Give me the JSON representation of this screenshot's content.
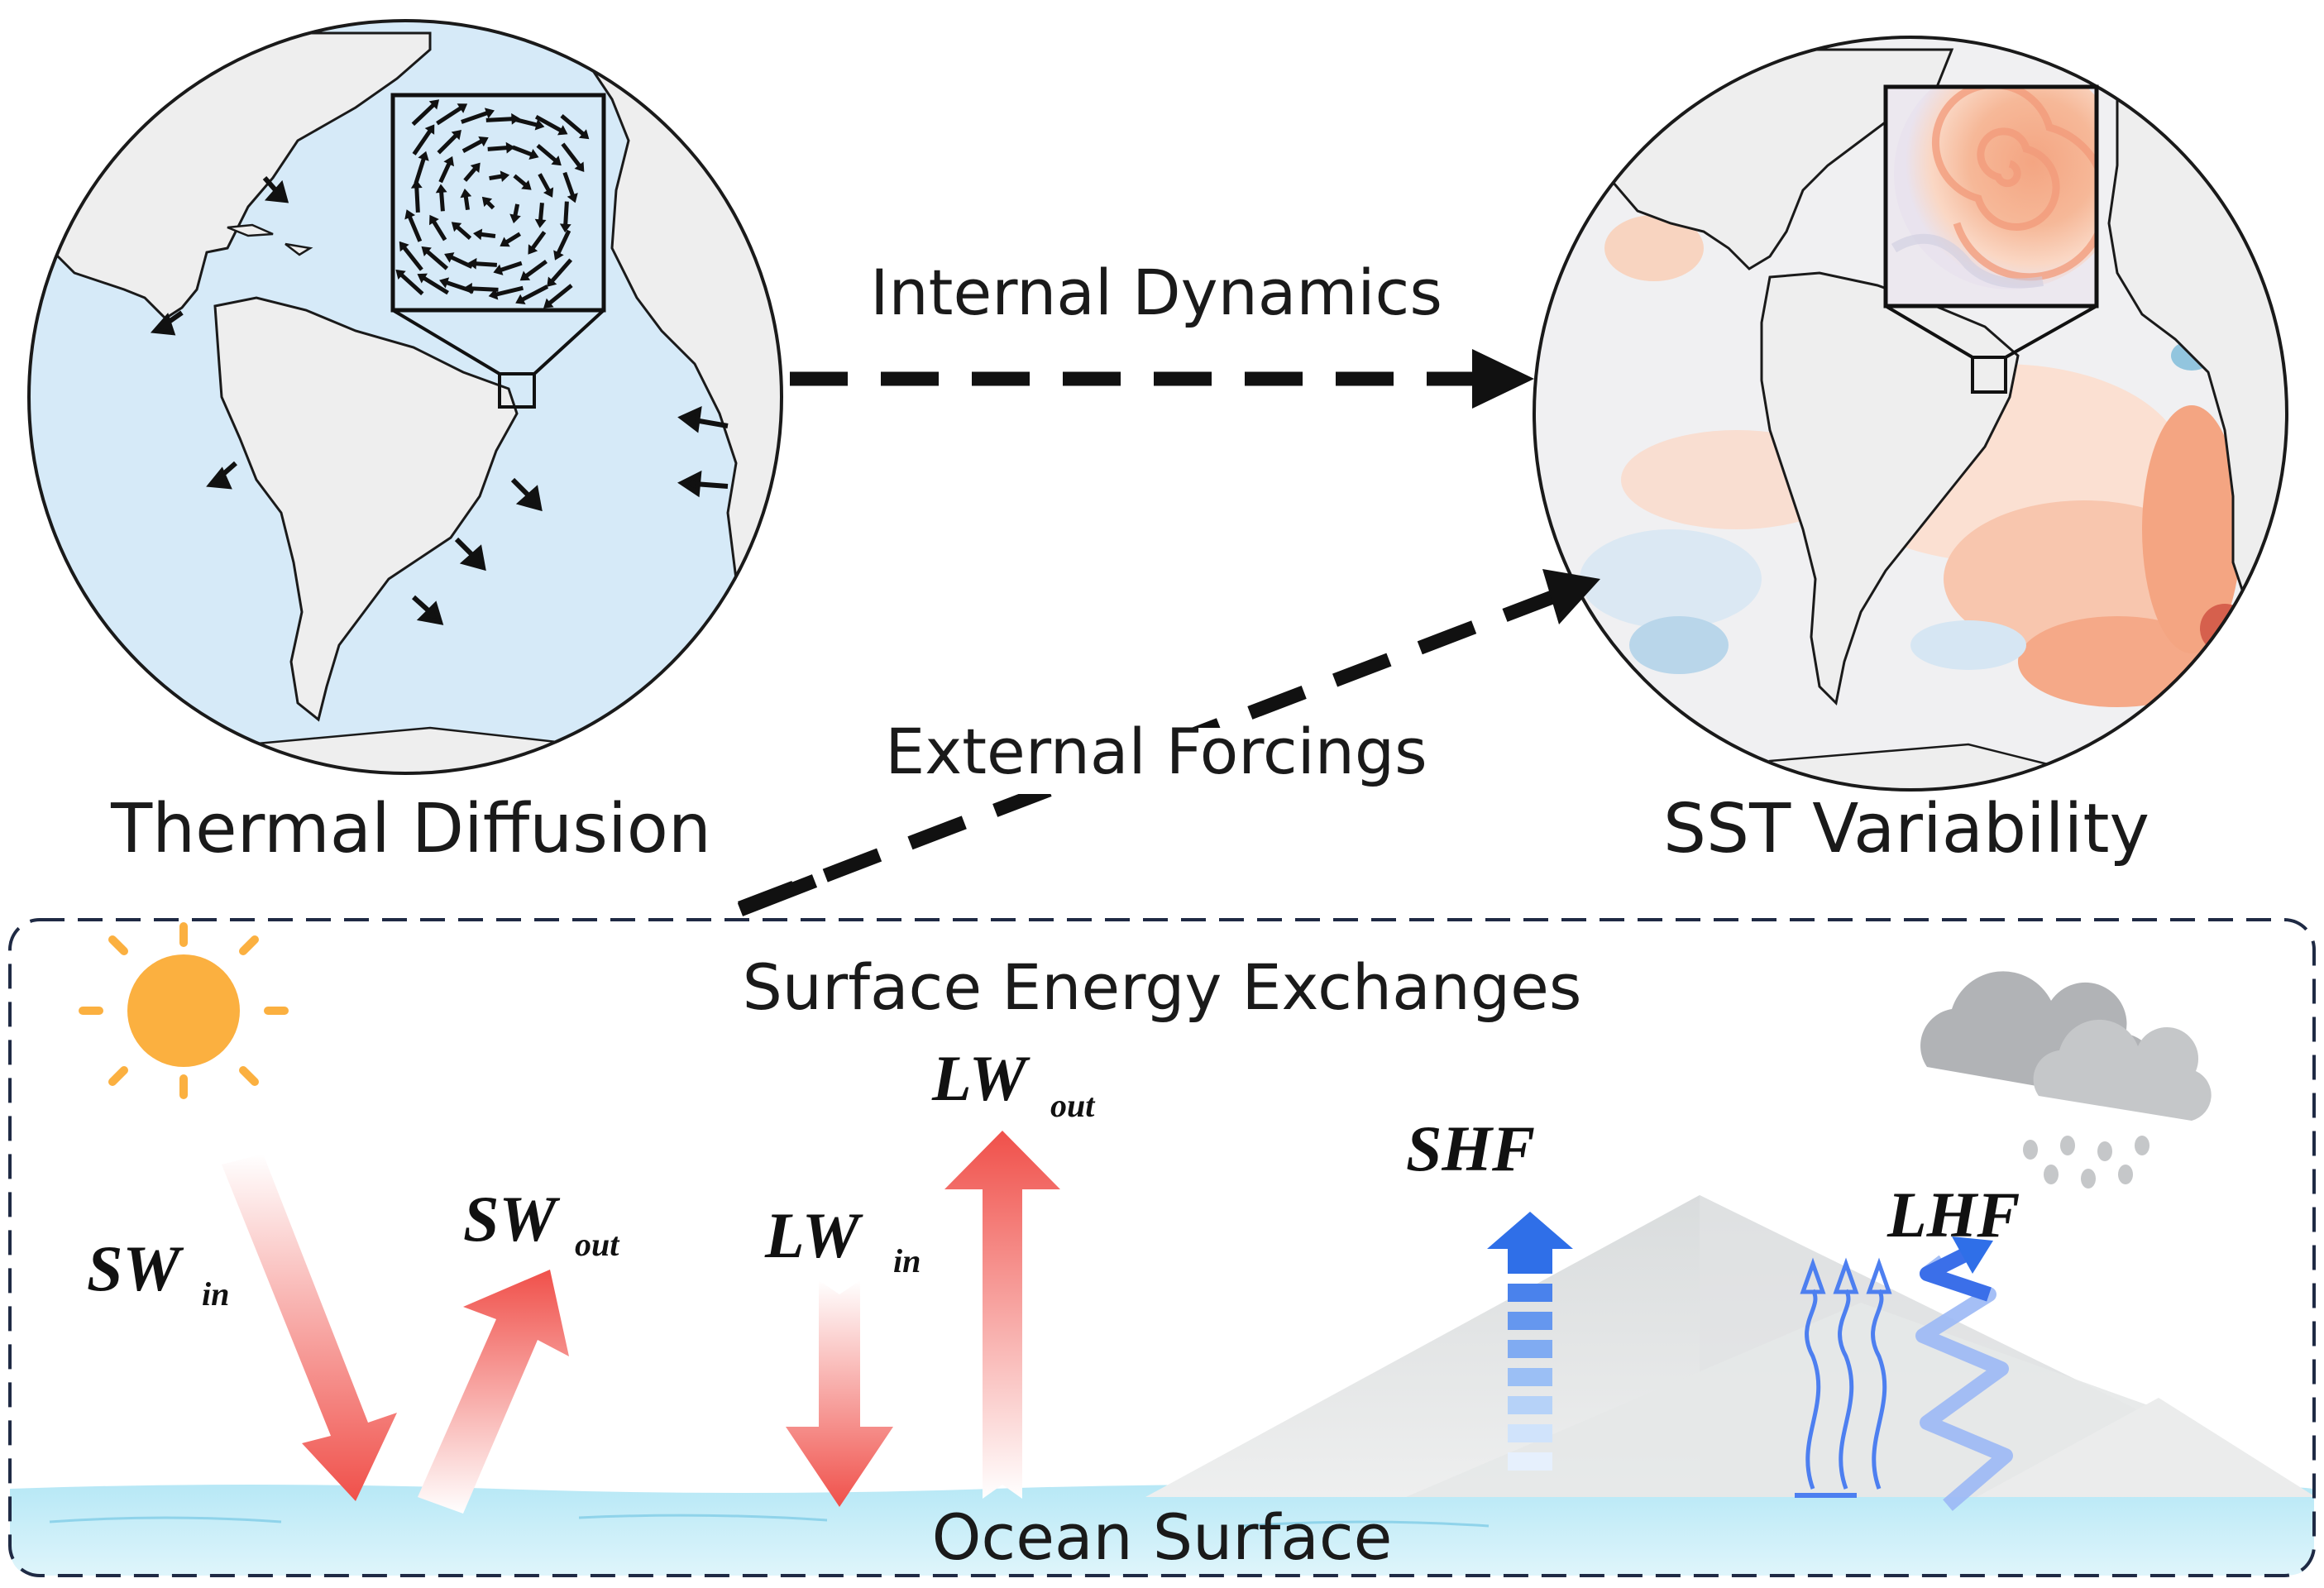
{
  "globes": {
    "left_label": "Thermal Diffusion",
    "right_label": "SST Variability"
  },
  "arrows": {
    "internal_label": "Internal Dynamics",
    "external_label": "External Forcings"
  },
  "panel": {
    "title": "Surface Energy Exchanges",
    "ocean_label": "Ocean Surface"
  },
  "fluxes": {
    "sw_in": {
      "main": "SW",
      "sub": "in"
    },
    "sw_out": {
      "main": "SW",
      "sub": "out"
    },
    "lw_in": {
      "main": "LW",
      "sub": "in"
    },
    "lw_out": {
      "main": "LW",
      "sub": "out"
    },
    "shf": "SHF",
    "lhf": "LHF"
  },
  "colors": {
    "ocean_left": "#d6eaf8",
    "land": "#eeeeee",
    "warm": "#f4a582",
    "cool": "#92c5de",
    "flux_red": "#f0504a",
    "flux_blue": "#2f6fe8",
    "sun": "#fbb040",
    "water": "#aee3f3",
    "panel_border": "#1f2a44"
  }
}
